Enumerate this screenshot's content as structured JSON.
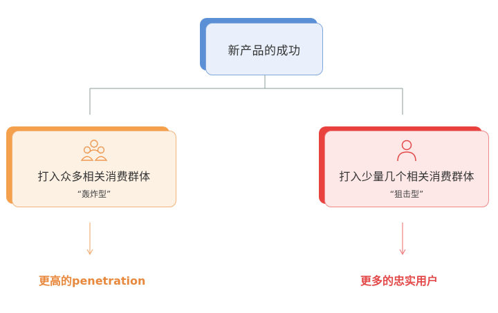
{
  "root": {
    "label": "新产品的成功"
  },
  "left_branch": {
    "icon": "group-people-icon",
    "title": "打入众多相关消费群体",
    "subtitle": "“轰炸型”",
    "result": "更高的penetration",
    "accent_color": "#f5a04c"
  },
  "right_branch": {
    "icon": "single-person-icon",
    "title": "打入少量几个相关消费群体",
    "subtitle": "“狙击型”",
    "result": "更多的忠实用户",
    "accent_color": "#e8413e"
  },
  "root_color": "#5b8fd6"
}
